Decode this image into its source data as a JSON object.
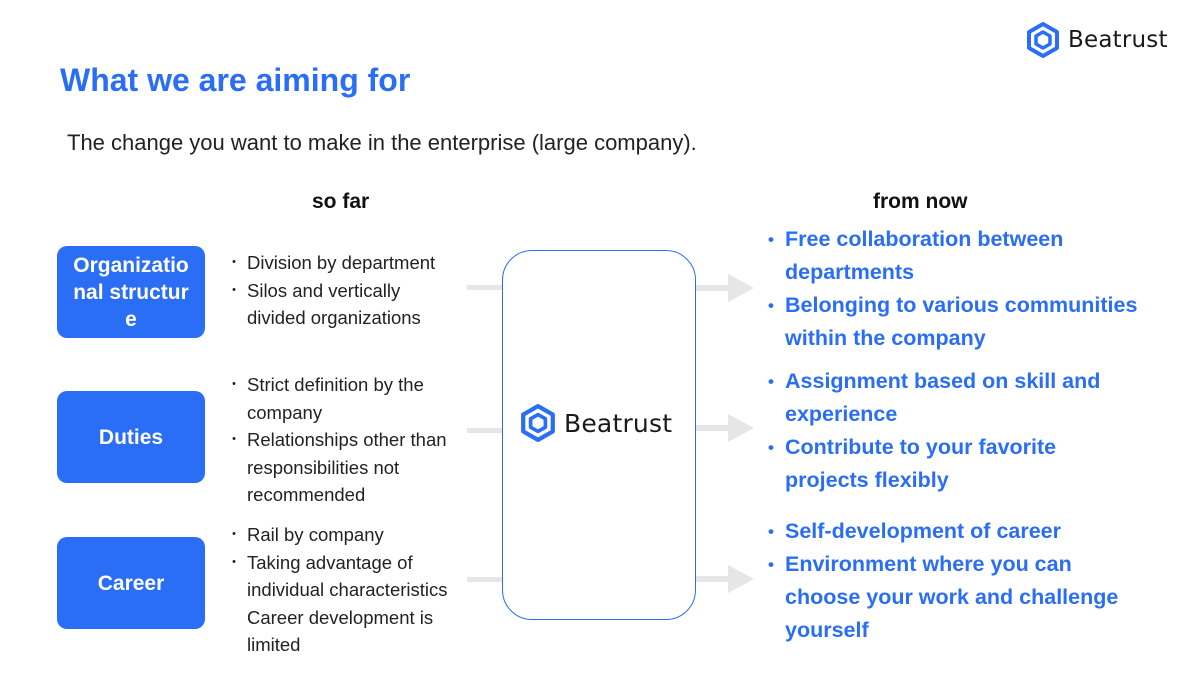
{
  "brand": {
    "name": "Beatrust",
    "accent": "#2a6ef5"
  },
  "title": "What we are aiming for",
  "subtitle": "The change you want to make in the enterprise (large company).",
  "columns": {
    "left": "so far",
    "right": "from now"
  },
  "rows": [
    {
      "category": "Organizational structure",
      "so_far": [
        "Division by department",
        "Silos and vertically divided organizations"
      ],
      "from_now": [
        "Free collaboration between departments",
        "Belonging to various communities within the company"
      ]
    },
    {
      "category": "Duties",
      "so_far": [
        "Strict definition by the company",
        "Relationships other than responsibilities not recommended"
      ],
      "from_now": [
        "Assignment based on skill and experience",
        " Contribute to your favorite projects flexibly"
      ]
    },
    {
      "category": "Career",
      "so_far": [
        "Rail by company",
        "Taking advantage of individual characteristics"
      ],
      "so_far_extra": "Career development is limited",
      "from_now": [
        "Self-development of career",
        "Environment where you can choose your work and challenge yourself"
      ]
    }
  ]
}
